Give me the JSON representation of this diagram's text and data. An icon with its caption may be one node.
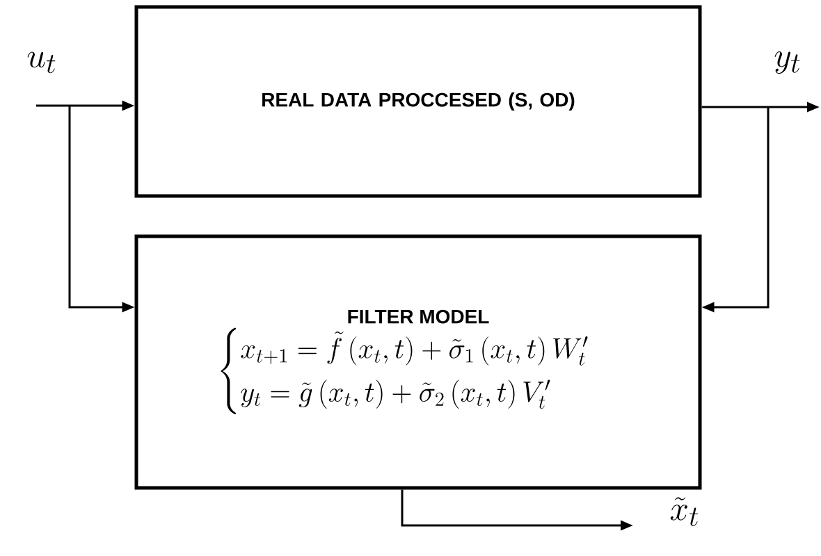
{
  "diagram": {
    "nodes": [
      {
        "text": [
          "u_t"
        ]
      },
      {
        "text": [
          "REAL DATA PROCCESED (S, OD)"
        ]
      },
      {
        "text": [
          "y_t"
        ]
      },
      {
        "text": [
          "FILTER MODEL",
          "\\begin{cases} x_{t+1} = \\tilde{f}\\left(x_t,t\\right)+\\tilde{\\sigma}_1\\left(x_t,t\\right)W'_t \\\\ y_t = \\tilde{g}\\left(x_t,t\\right)+\\tilde{\\sigma}_2\\left(x_t,t\\right)V'_t \\end{cases}"
        ]
      },
      {
        "text": [
          "\\tilde{x}_t"
        ]
      }
    ],
    "edges": [
      {
        "from": 0,
        "to": 1,
        "arrow": "to"
      },
      {
        "from": 0,
        "to": 3,
        "arrow": "to"
      },
      {
        "from": 1,
        "to": 2,
        "arrow": "to"
      },
      {
        "from": 2,
        "to": 3,
        "arrow": "to"
      },
      {
        "from": 3,
        "to": 4,
        "arrow": "to"
      }
    ]
  }
}
